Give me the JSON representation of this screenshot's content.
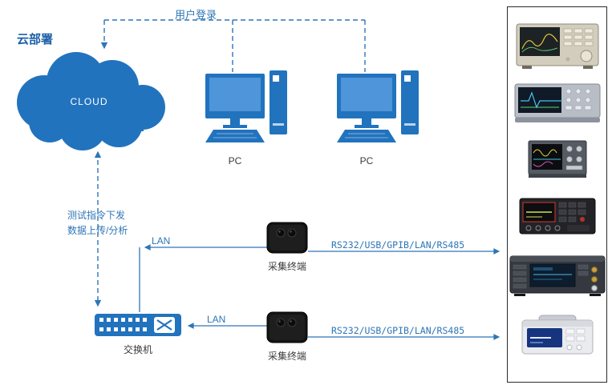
{
  "diagram": {
    "title": "云部署",
    "user_login": "用户登录",
    "cloud": "CLOUD",
    "pc": [
      "PC",
      "PC"
    ],
    "cloud_link": [
      "测试指令下发",
      "数据上传/分析"
    ],
    "lan": [
      "LAN",
      "LAN"
    ],
    "terminals": [
      "采集终端",
      "采集终端"
    ],
    "switch": "交换机",
    "bus": [
      "RS232/USB/GPIB/LAN/RS485",
      "RS232/USB/GPIB/LAN/RS485"
    ]
  },
  "colors": {
    "accent_blue": "#2173BE",
    "connector_blue": "#2E75B6",
    "title_blue": "#1D5FA8",
    "device_black": "#1B1B1B"
  },
  "instrument_panel": {
    "items": [
      {
        "icon": "vector-network-analyzer-icon"
      },
      {
        "icon": "oscilloscope-icon"
      },
      {
        "icon": "mixed-domain-oscilloscope-icon"
      },
      {
        "icon": "source-measure-unit-icon"
      },
      {
        "icon": "signal-generator-icon"
      },
      {
        "icon": "bench-multimeter-icon"
      }
    ]
  }
}
